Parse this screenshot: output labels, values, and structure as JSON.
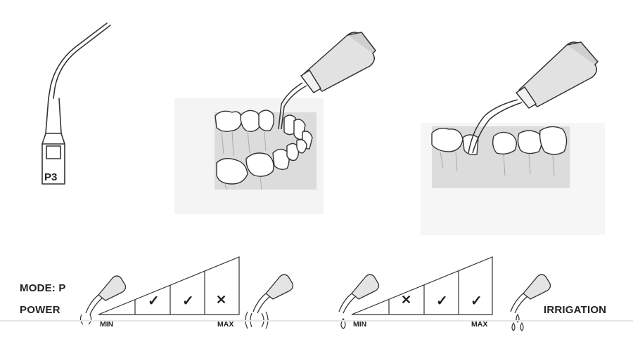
{
  "tip": {
    "code": "P3"
  },
  "legend": {
    "mode": "MODE: P",
    "power": "POWER",
    "irrigation": "IRRIGATION"
  },
  "power_scale": {
    "min": "MIN",
    "max": "MAX",
    "levels": [
      "✓",
      "✓",
      "✕"
    ]
  },
  "irrigation_scale": {
    "min": "MIN",
    "max": "MAX",
    "levels": [
      "✕",
      "✓",
      "✓"
    ]
  }
}
